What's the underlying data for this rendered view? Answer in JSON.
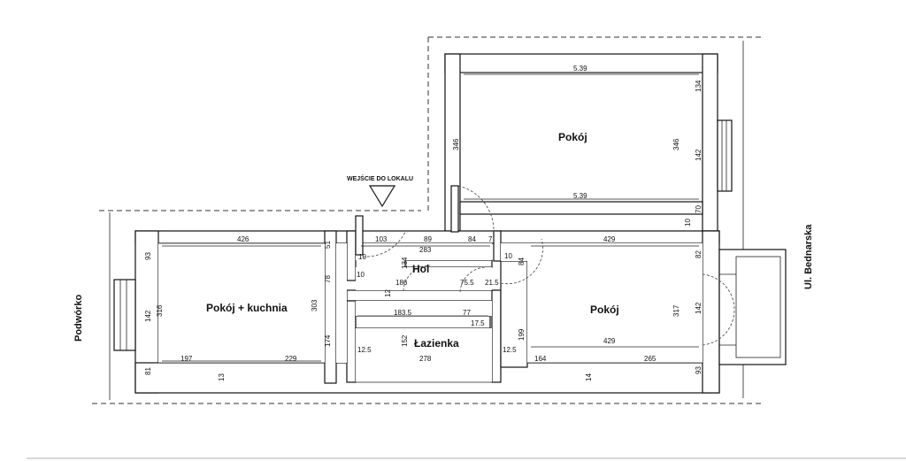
{
  "rooms": {
    "pokoj_top": "Pokój",
    "pokoj_right": "Pokój",
    "pokoj_kuchnia": "Pokój + kuchnia",
    "hol": "Hol",
    "lazienka": "Łazienka"
  },
  "labels": {
    "entry": "WEJŚCIE DO LOKALU",
    "street_right": "Ul. Bednarska",
    "street_left": "Podwórko"
  },
  "dimensions": {
    "d539a": "5.39",
    "d539b": "5.39",
    "d346l": "346",
    "d346r": "346",
    "d134": "134",
    "d142a": "142",
    "d70": "70",
    "d10a": "10",
    "d426": "426",
    "d103": "103",
    "d89": "89",
    "d84a": "84",
    "d7": "7",
    "d429a": "429",
    "d283": "283",
    "d10b": "10",
    "d10c": "10",
    "d84b": "84",
    "d10d": "10",
    "d93": "93",
    "d51": "51",
    "d134h": "134",
    "d82": "82",
    "d142b": "142",
    "d316": "316",
    "d78": "78",
    "d303": "303",
    "d186": "186",
    "d75_5": "75.5",
    "d21_5": "21.5",
    "d12": "12",
    "d317": "317",
    "d142c": "142",
    "d183_5": "183.5",
    "d77": "77",
    "d17_5": "17.5",
    "d174": "174",
    "d152": "152",
    "d199": "199",
    "d429b": "429",
    "d81": "81",
    "d197": "197",
    "d229": "229",
    "d12_5a": "12.5",
    "d278": "278",
    "d12_5b": "12.5",
    "d164": "164",
    "d265": "265",
    "d93b": "93",
    "d13": "13",
    "d14": "14"
  }
}
